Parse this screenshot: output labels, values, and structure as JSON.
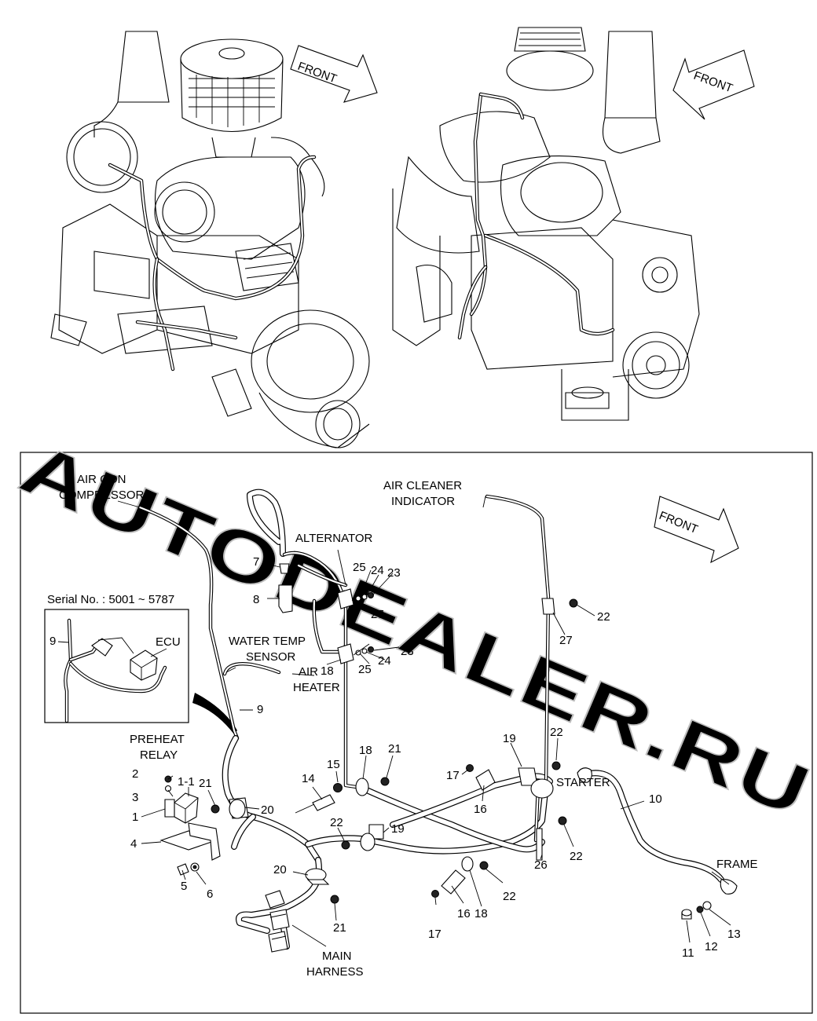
{
  "arrows": {
    "top_left_front": "FRONT",
    "top_right_front": "FRONT",
    "lower_front": "FRONT"
  },
  "inset": {
    "serial": "Serial No. : 5001 ~ 5787",
    "ecu": "ECU",
    "part_9": "9"
  },
  "watermark": "AUTODEALER.RU",
  "labels": {
    "air_con_compressor": [
      "AIR CON",
      "COMPRESSOR"
    ],
    "alternator": "ALTERNATOR",
    "air_cleaner_indicator": [
      "AIR CLEANER",
      "INDICATOR"
    ],
    "water_temp_sensor": [
      "WATER TEMP",
      "SENSOR"
    ],
    "air_heater": [
      "AIR",
      "HEATER"
    ],
    "preheat_relay": [
      "PREHEAT",
      "RELAY"
    ],
    "starter": "STARTER",
    "frame": "FRAME",
    "main_harness": [
      "MAIN",
      "HARNESS"
    ]
  },
  "callouts": [
    "7",
    "8",
    "25",
    "24",
    "23",
    "27",
    "25",
    "24",
    "23",
    "18",
    "22",
    "27",
    "9",
    "2",
    "3",
    "1-1",
    "21",
    "1",
    "4",
    "5",
    "6",
    "20",
    "14",
    "15",
    "18",
    "21",
    "19",
    "22",
    "17",
    "16",
    "22",
    "19",
    "20",
    "21",
    "16",
    "18",
    "22",
    "17",
    "26",
    "22",
    "10",
    "11",
    "12",
    "13"
  ]
}
